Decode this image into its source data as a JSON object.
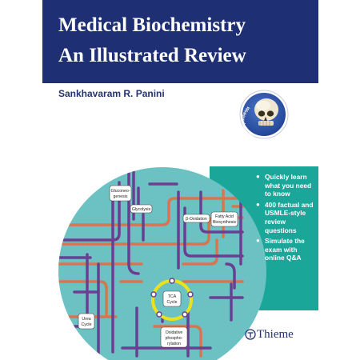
{
  "cover": {
    "title_line1": "Medical Biochemistry",
    "title_line2": "An Illustrated Review",
    "author": "Sankhavaram R. Panini",
    "badge_text": "Winkingskull.com",
    "features": [
      "Quickly learn what you need to know",
      "400 factual and USMLE-style review questions",
      "Simulate the exam with online Q&A"
    ],
    "publisher": "Thieme",
    "pathway_labels": {
      "gluconeogenesis": "Gluconeo-genesis",
      "gluconeogenesis_1": "Gluconeo-",
      "gluconeogenesis_2": "genesis",
      "glycolysis": "Glycolysis",
      "beta_oxidation": "β-Oxidation",
      "fatty_acid_1": "Fatty Acid",
      "fatty_acid_2": "Biosynthesis",
      "tca_1": "TCA",
      "tca_2": "Cycle",
      "urea_1": "Urea",
      "urea_2": "Cycle",
      "oxphos_1": "Oxidative",
      "oxphos_2": "phospho-",
      "oxphos_3": "rylation"
    },
    "colors": {
      "header": "#1f2f74",
      "panel": "#1aa79a",
      "circle": "#6cc2c3",
      "purple_line": "#6a3f91",
      "orange_line": "#d8744f",
      "tca_ring": "#e9e21c"
    }
  }
}
